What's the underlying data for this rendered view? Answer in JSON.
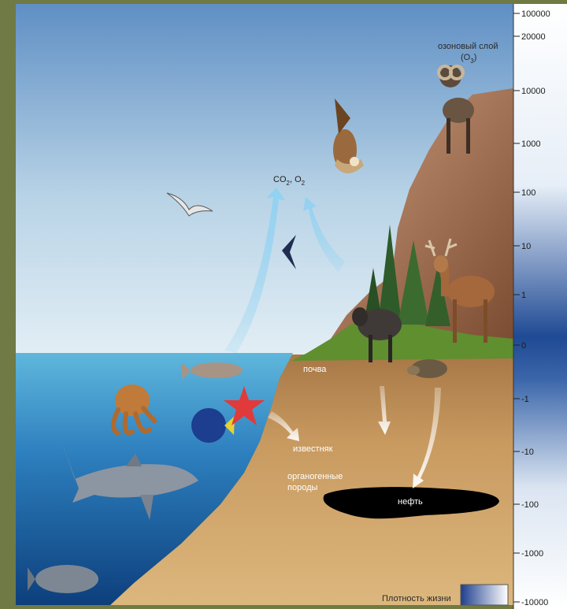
{
  "labels": {
    "ozone": "озоновый слой",
    "ozone_formula": "(O",
    "ozone_sub": "3",
    "ozone_close": ")",
    "gases": "CO",
    "gases_sub1": "2",
    "gases_mid": ", O",
    "gases_sub2": "2",
    "soil": "почва",
    "limestone": "известняк",
    "organogenic_1": "органогенные",
    "organogenic_2": "породы",
    "oil": "нефть",
    "density": "Плотность жизни"
  },
  "scale_ticks": [
    "100000",
    "20000",
    "10000",
    "1000",
    "100",
    "10",
    "1",
    "0",
    "-1",
    "-10",
    "-100",
    "-1000",
    "-10000"
  ],
  "colors": {
    "frame": "#6f7a44",
    "sky_top": "#5f8fc4",
    "sky_bottom": "#e2eef5",
    "sea_top": "#5fb7dc",
    "sea_bottom": "#0d3f7c",
    "mountain": "#8a5a3c",
    "sediment": "#c9a46d",
    "oil": "#000000",
    "arrow": "#8fd2f2"
  },
  "icons": [
    "ram-icon",
    "eagle-icon",
    "gull-icon",
    "swallow-icon",
    "deer-icon",
    "boar-icon",
    "tree-icon",
    "mole-icon",
    "fish-icon",
    "octopus-icon",
    "angelfish-icon",
    "starfish-icon",
    "shark-icon",
    "coelacanth-icon"
  ]
}
